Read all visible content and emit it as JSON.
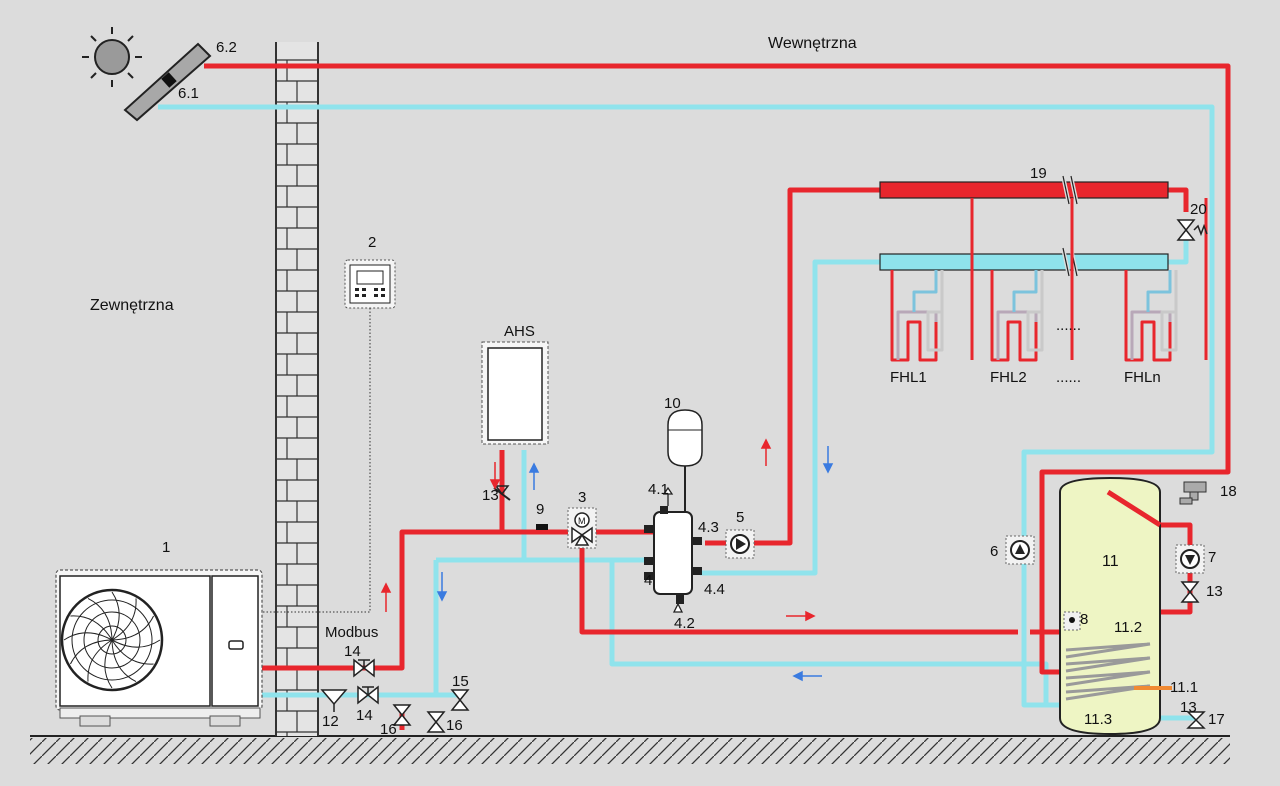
{
  "labels": {
    "indoor": "Wewnętrzna",
    "outdoor": "Zewnętrzna",
    "modbus": "Modbus",
    "ahs": "AHS",
    "n1": "1",
    "n2": "2",
    "n3": "3",
    "n4": "4",
    "n41": "4.1",
    "n42": "4.2",
    "n43": "4.3",
    "n44": "4.4",
    "n5": "5",
    "n6": "6",
    "n61": "6.1",
    "n62": "6.2",
    "n7": "7",
    "n8": "8",
    "n9": "9",
    "n10": "10",
    "n11": "11",
    "n111": "11.1",
    "n112": "11.2",
    "n113": "11.3",
    "n12": "12",
    "n13a": "13",
    "n13b": "13",
    "n13c": "13",
    "n14a": "14",
    "n14b": "14",
    "n15": "15",
    "n16a": "16",
    "n16b": "16",
    "n17": "17",
    "n18": "18",
    "n19": "19",
    "n20": "20",
    "fhl1": "FHL1",
    "fhl2": "FHL2",
    "fhln": "FHLn",
    "dots1": "......",
    "dots2": "......"
  },
  "colors": {
    "background": "#dcdcdc",
    "hot": "#e8262d",
    "cold": "#8fe3ec",
    "tank": "#eef5c4",
    "arrow_hot": "#e8262d",
    "arrow_cold": "#3a7be0"
  }
}
